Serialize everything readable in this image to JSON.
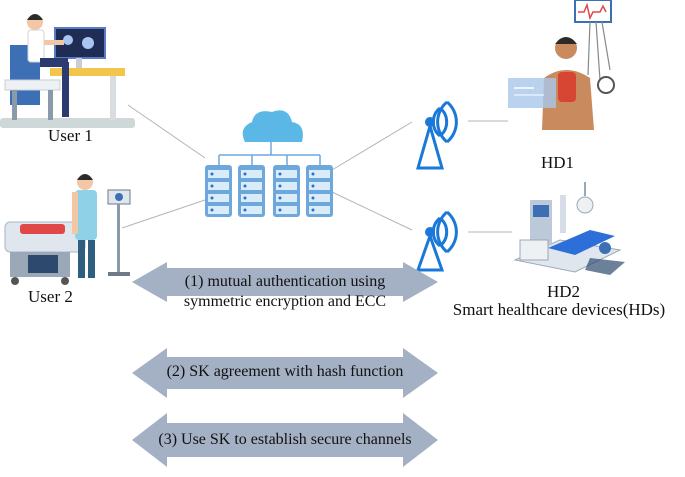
{
  "labels": {
    "user1": "User 1",
    "user2": "User 2",
    "hd1": "HD1",
    "hd2": "HD2",
    "hds": "Smart healthcare devices(HDs)"
  },
  "arrows": [
    {
      "line1": "(1) mutual authentication using",
      "line2": "symmetric encryption and ECC"
    },
    {
      "line1": "(2) SK agreement with hash function"
    },
    {
      "line1": "(3) Use SK to establish secure channels"
    }
  ],
  "colors": {
    "arrow": "#a4b0c4",
    "cloud": "#5bb8e6",
    "server": "#6ea7dc",
    "tower": "#1a78d8",
    "link": "#b5b5b5",
    "desk": "#f2c64b",
    "monitor": "#5a7ac7"
  }
}
